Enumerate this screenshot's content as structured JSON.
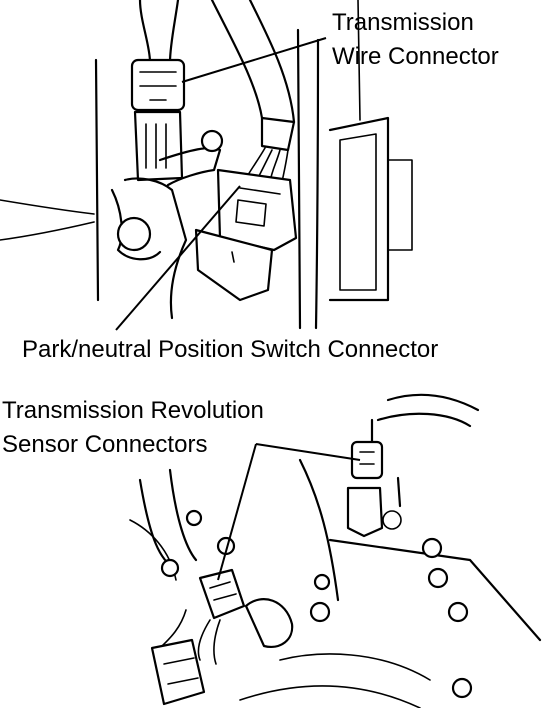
{
  "labels": {
    "transmission_wire_connector_line1": "Transmission",
    "transmission_wire_connector_line2": "Wire Connector",
    "park_neutral_switch_connector": "Park/neutral Position Switch Connector",
    "revolution_sensor_connectors_line1": "Transmission Revolution",
    "revolution_sensor_connectors_line2": "Sensor Connectors"
  }
}
